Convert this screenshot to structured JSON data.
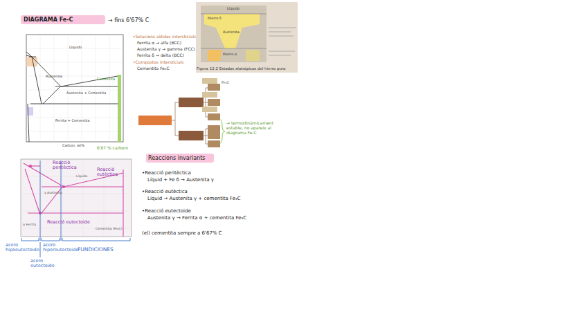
{
  "diagram": {
    "title": "DIAGRAMA Fe-C",
    "labels": [
      "→ fins 6'67% C",
      "Líquido",
      "Austenita",
      "Austenita + Cementita",
      "Ferrita + Cementita",
      "Cementita",
      "Carbon, wt%",
      "6'67 % carboni",
      "•Solucions sòlides intersticials",
      "Ferrita α → alfa (BCC)",
      "Austenita γ → gamma (FCC)",
      "Ferrita δ → delta (BCC)",
      "•Compostos intersticials",
      "Cementita Fe₃C",
      "Figura 12.2 Estados alotrópicos del hierro puro",
      "Fe₃C",
      "→ termodinàmicament estable, no apareix al diagrama Fe-C",
      "Reacció peritèctica",
      "Reacció eutèctica",
      "Reacció eutectoide",
      "acero hipoeutectoide",
      "acero hipereutectoide",
      "acero eutectoide",
      "FUNDICIONES",
      "Reaccions invariants",
      "•Reacció peritèctica",
      "Líquid + Fe δ → Austenita γ",
      "•Reacció eutèctica",
      "Líquid → Austenita γ + cementita Fe₃C",
      "•Reacció eutectoide",
      "Austenita γ → Ferrita α + cementita Fe₃C",
      "(el) cementita sempre a 6'67% C",
      "Líquido",
      "γ Austenita",
      "α Ferrita",
      "Cementita (Fe₃C)",
      "Líquido",
      "Hierro δ",
      "Austenita",
      "Hierro α"
    ]
  }
}
